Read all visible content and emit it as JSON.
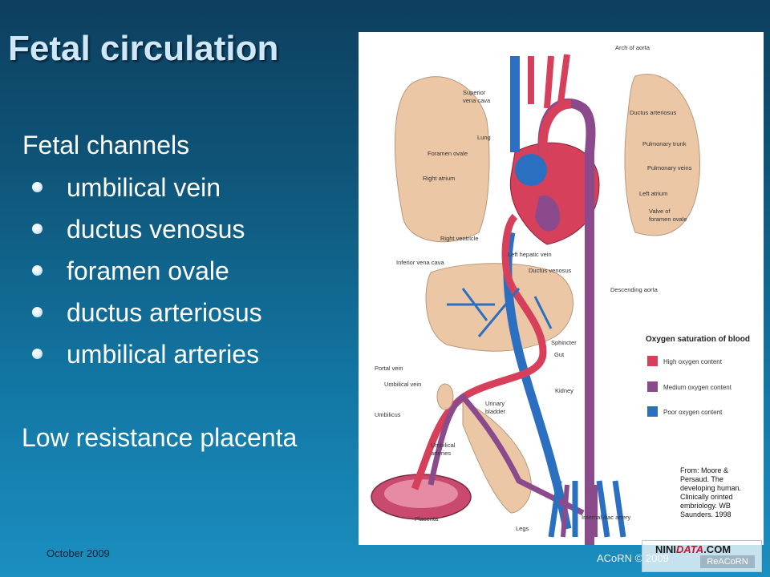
{
  "slide": {
    "title": "Fetal circulation",
    "subtitle": "Fetal channels",
    "bullets": [
      "umbilical vein",
      "ductus venosus",
      "foramen ovale",
      "ductus arteriosus",
      "umbilical arteries"
    ],
    "closing": "Low resistance placenta",
    "date": "October 2009",
    "credit": "ACoRN © 2009"
  },
  "watermark": {
    "site_prefix": "NINI",
    "site_highlight": "DATA",
    "site_suffix": ".COM",
    "logo": "ReACoRN"
  },
  "diagram": {
    "labels": {
      "arch": "Arch of aorta",
      "svc": "Superior\nvena cava",
      "lung": "Lung",
      "ductus_arteriosus": "Ductus arteriosus",
      "pulmonary_trunk": "Pulmonary trunk",
      "foramen_ovale": "Foramen ovale",
      "pulmonary_veins": "Pulmonary veins",
      "right_atrium": "Right atrium",
      "left_atrium": "Left atrium",
      "valve_fo": "Valve of\nforamen ovale",
      "right_ventricle": "Right ventricle",
      "ivc": "Inferior vena cava",
      "left_hepatic": "Left hepatic vein",
      "ductus_venosus": "Ductus venosus",
      "descending_aorta": "Descending aorta",
      "sphincter": "Sphincter",
      "gut": "Gut",
      "portal_vein": "Portal vein",
      "umbilical_vein": "Umbilical vein",
      "kidney": "Kidney",
      "umbilicus": "Umbilicus",
      "urinary_bladder": "Urinary\nbladder",
      "umbilical_arteries": "Umbilical\narteries",
      "placenta": "Placenta",
      "legs": "Legs",
      "internal_iliac": "Internal iliac artery"
    },
    "legend": {
      "title": "Oxygen saturation of blood",
      "items": [
        {
          "label": "High oxygen content",
          "color": "#d6405a"
        },
        {
          "label": "Medium oxygen content",
          "color": "#8a4a8c"
        },
        {
          "label": "Poor oxygen content",
          "color": "#2b6fc0"
        }
      ]
    },
    "source": "From: Moore &\nPersaud. The\ndeveloping human.\nClinically orinted\nembriology. WB\nSaunders. 1998"
  }
}
